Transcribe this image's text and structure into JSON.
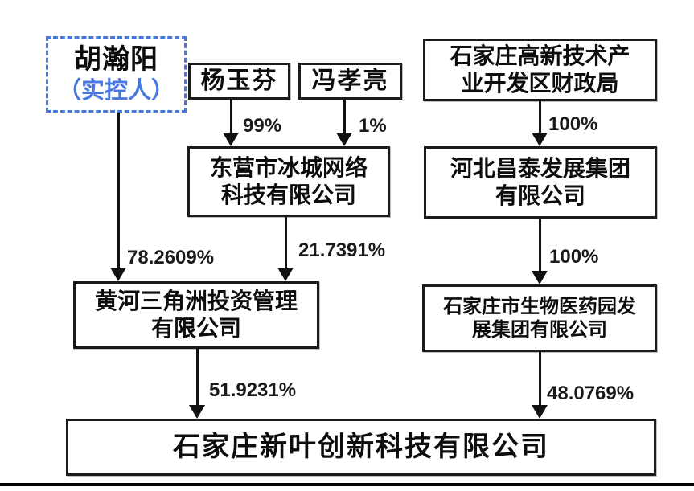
{
  "diagram": {
    "kind": "equity-ownership-structure",
    "colors": {
      "accent_blue": "#4678e0",
      "line_black": "#111111",
      "box_border": "#1b1b1b"
    },
    "nodes": [
      {
        "id": "hu-hanyang",
        "lines": [
          "胡瀚阳",
          "（实控人）"
        ]
      },
      {
        "id": "yang-yufen",
        "lines": [
          "杨玉芬"
        ]
      },
      {
        "id": "feng-xiaoliang",
        "lines": [
          "冯孝亮"
        ]
      },
      {
        "id": "gov-finance-bureau",
        "lines": [
          "石家庄高新技术产",
          "业开发区财政局"
        ]
      },
      {
        "id": "dongying-bingcheng",
        "lines": [
          "东营市冰城网络",
          "科技有限公司"
        ]
      },
      {
        "id": "hebei-changtai",
        "lines": [
          "河北昌泰发展集团",
          "有限公司"
        ]
      },
      {
        "id": "huanghe-delta",
        "lines": [
          "黄河三角洲投资管理",
          "有限公司"
        ]
      },
      {
        "id": "sjz-biopharma-park",
        "lines": [
          "石家庄市生物医药园发",
          "展集团有限公司"
        ]
      },
      {
        "id": "sjz-xinye-innovation",
        "lines": [
          "石家庄新叶创新科技有限公司"
        ]
      }
    ],
    "edges": [
      {
        "from": "hu-hanyang",
        "to": "huanghe-delta",
        "label": "78.2609%"
      },
      {
        "from": "yang-yufen",
        "to": "dongying-bingcheng",
        "label": "99%"
      },
      {
        "from": "feng-xiaoliang",
        "to": "dongying-bingcheng",
        "label": "1%"
      },
      {
        "from": "gov-finance-bureau",
        "to": "hebei-changtai",
        "label": "100%"
      },
      {
        "from": "dongying-bingcheng",
        "to": "huanghe-delta",
        "label": "21.7391%"
      },
      {
        "from": "hebei-changtai",
        "to": "sjz-biopharma-park",
        "label": "100%"
      },
      {
        "from": "huanghe-delta",
        "to": "sjz-xinye-innovation",
        "label": "51.9231%"
      },
      {
        "from": "sjz-biopharma-park",
        "to": "sjz-xinye-innovation",
        "label": "48.0769%"
      }
    ]
  }
}
